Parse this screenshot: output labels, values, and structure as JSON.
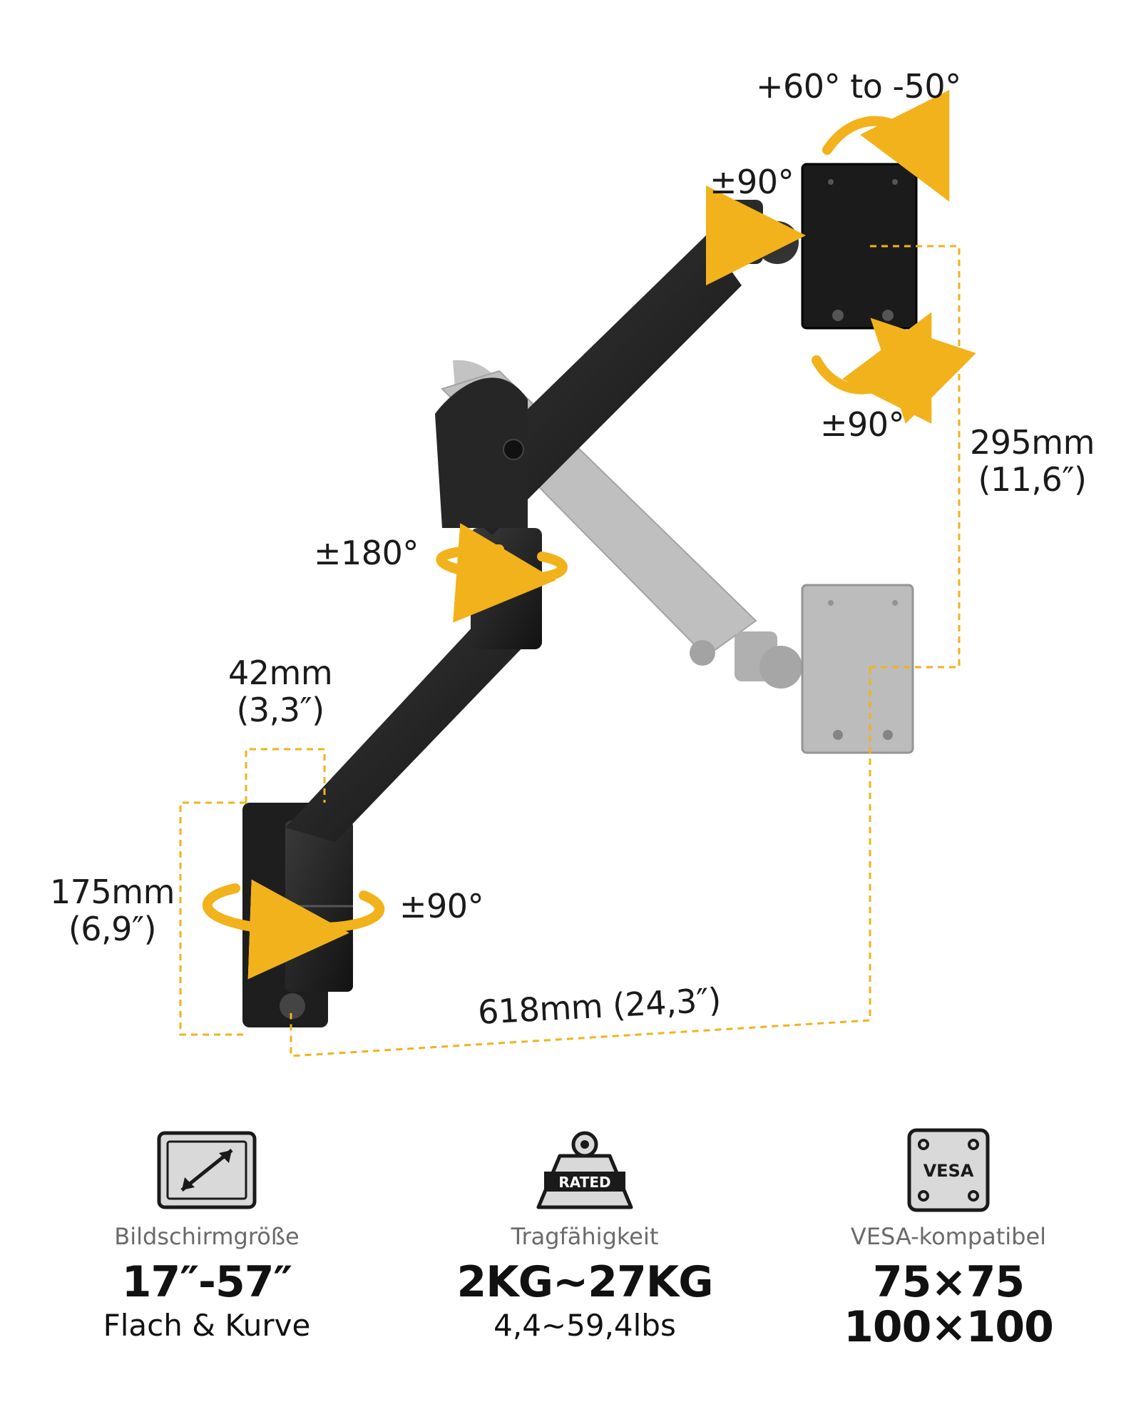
{
  "diagram": {
    "tilt_label": "+60° to -50°",
    "swivel_top_label": "±90°",
    "rotation_label": "±90°",
    "mid_joint_label": "±180°",
    "base_joint_label": "±90°",
    "height_label": {
      "mm": "295mm",
      "inch": "(11,6″)"
    },
    "width_label": {
      "mm": "42mm",
      "inch": "(3,3″)"
    },
    "plate_height_label": {
      "mm": "175mm",
      "inch": "(6,9″)"
    },
    "reach_label": "618mm (24,3″)"
  },
  "specs": [
    {
      "icon": "screen-size-icon",
      "name": "Bildschirmgröße",
      "value": "17″-57″",
      "detail": "Flach & Kurve"
    },
    {
      "icon": "weight-icon",
      "icon_text": "RATED",
      "name": "Tragfähigkeit",
      "value": "2KG~27KG",
      "detail": "4,4~59,4lbs"
    },
    {
      "icon": "vesa-icon",
      "icon_text": "VESA",
      "name": "VESA-kompatibel",
      "value": "75×75",
      "detail": "100×100"
    }
  ],
  "colors": {
    "accent": "#f2b21b",
    "arm": "#262626",
    "ghost": "#b9b9b9"
  }
}
